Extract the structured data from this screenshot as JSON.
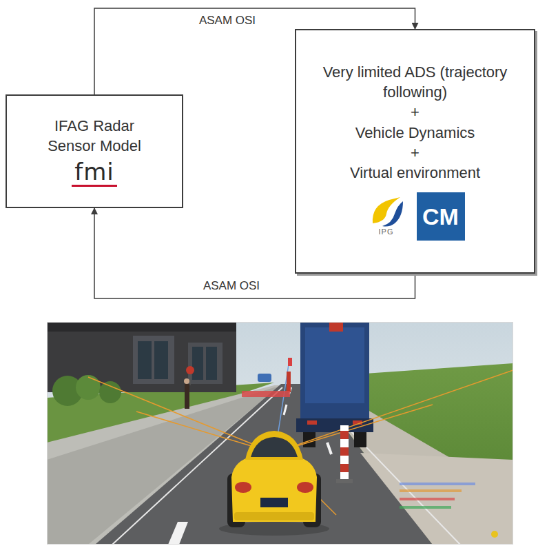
{
  "diagram": {
    "nodes": [
      {
        "text": [
          "IFAG Radar Sensor Model",
          "fmi"
        ]
      },
      {
        "text": [
          "Very limited ADS (trajectory following)",
          "+",
          "Vehicle Dynamics",
          "+",
          "Virtual environment",
          "IPG",
          "CM"
        ]
      }
    ],
    "edges": [
      {
        "from": 0,
        "to": 1,
        "label": "ASAM OSI",
        "arrow": "to"
      },
      {
        "from": 1,
        "to": 0,
        "label": "ASAM OSI",
        "arrow": "to"
      }
    ]
  }
}
